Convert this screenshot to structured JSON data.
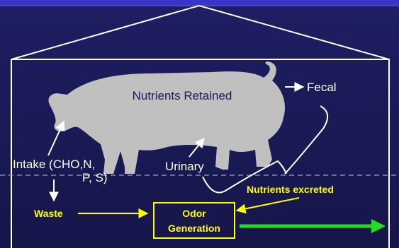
{
  "diagram": {
    "nutrients_retained": "Nutrients Retained",
    "fecal": "Fecal",
    "intake_line1": "Intake (CHO,N,",
    "intake_line2": "P, S)",
    "urinary": "Urinary",
    "nutrients_excreted": "Nutrients excreted",
    "waste": "Waste",
    "odor_line1": "Odor",
    "odor_line2": "Generation"
  },
  "colors": {
    "background": "#1a1a55",
    "top_bar": "#3a34c8",
    "pig": "#c0c0c0",
    "label_white": "#ffffff",
    "label_yellow": "#ffff00",
    "arrow_green": "#22dd22",
    "dashed_line": "#8c8cae"
  },
  "icons": [
    "pig-silhouette",
    "barn-outline",
    "arrow-right",
    "arrow-down",
    "arrow-left"
  ]
}
